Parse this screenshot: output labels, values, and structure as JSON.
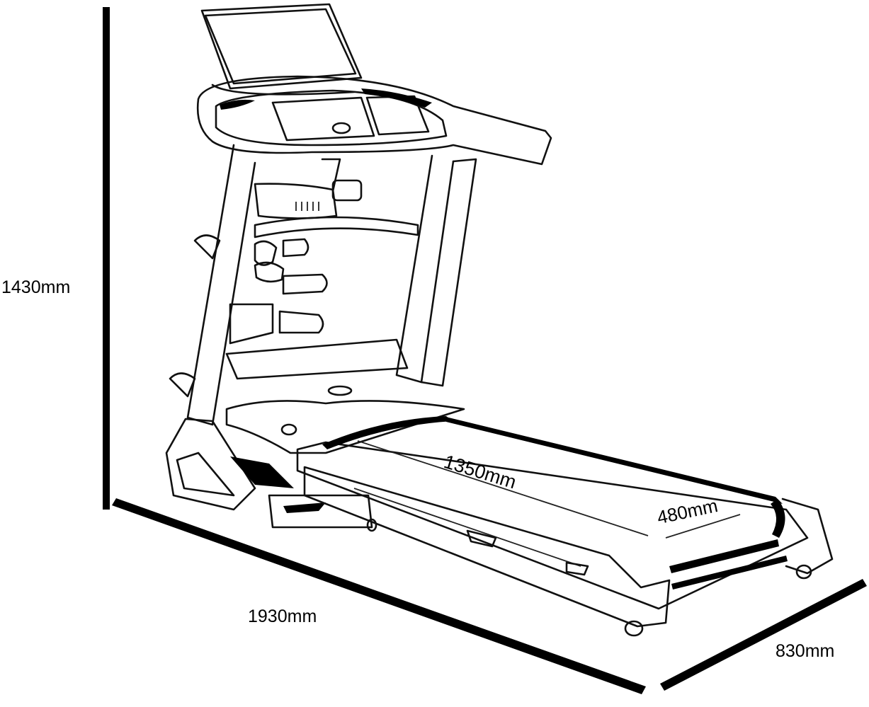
{
  "dimensions": {
    "height": "1430mm",
    "length": "1930mm",
    "width": "830mm",
    "belt_length": "1350mm",
    "belt_width": "480mm"
  },
  "icons": [
    "treadmill-illustration"
  ]
}
